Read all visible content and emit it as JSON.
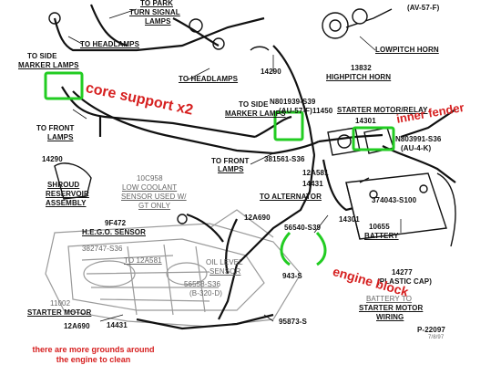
{
  "colors": {
    "ink": "#111111",
    "annotation": "#d62020",
    "highlight": "#22cc22",
    "engine": "#8a8a8a"
  },
  "labels": {
    "to_park": "TO PARK",
    "turn_signal": "TURN SIGNAL",
    "lamps_top": "LAMPS",
    "au_57f_top": "(AV-57-F)",
    "to_side_marker_left": "TO SIDE",
    "marker_lamps_left": "MARKER LAMPS",
    "to_headlamps_1": "TO HEADLAMPS",
    "to_headlamps_2": "TO HEADLAMPS",
    "n14290_top": "14290",
    "lowpitch_horn": "LOWPITCH HORN",
    "n13832": "13832",
    "highpitch_horn": "HIGHPITCH HORN",
    "n801939": "N801939-S39",
    "au_57f_mid": "(AU-57-F)",
    "to_side_mid": "TO SIDE",
    "marker_lamps_mid": "MARKER LAMPS",
    "n11450": "11450",
    "starter_motor_relay": "STARTER MOTOR/RELAY",
    "n14301": "14301",
    "n803991": "N803991-S36",
    "au_4k": "(AU-4-K)",
    "to_front_left": "TO FRONT",
    "lamps_left": "LAMPS",
    "n14290_left": "14290",
    "n381561": "381561-S36",
    "to_front_mid": "TO FRONT",
    "lamps_mid": "LAMPS",
    "n12a581": "12A581",
    "n14431_top": "14431",
    "to_alternator": "TO ALTERNATOR",
    "n374043": "374043-S100",
    "shroud": "SHROUD",
    "reservoir": "RESERVOIR",
    "assembly": "ASSEMBLY",
    "n10c958": "10C958",
    "low_coolant": "LOW COOLANT",
    "sensor_used": "SENSOR USED W/",
    "gt_only": "GT ONLY",
    "n14301_right": "14301",
    "n10655": "10655",
    "battery": "BATTERY",
    "n12a690_mid": "12A690",
    "n9f472": "9F472",
    "hego": "H.E.G.O. SENSOR",
    "n56540": "56540-S39",
    "n382747": "382747-S36",
    "to_12a581": "TO 12A581",
    "oil_level": "OIL LEVEL",
    "sensor": "SENSOR",
    "n56558": "56558-S36",
    "b320": "(B-320-D)",
    "n14277": "14277",
    "plastic_cap": "(PLASTIC CAP)",
    "n943": "943-S",
    "battery_to": "BATTERY TO",
    "starter_motor_r": "STARTER MOTOR",
    "wiring": "WIRING",
    "n11002": "11002",
    "starter_motor_l": "STARTER MOTOR",
    "n12a690_low": "12A690",
    "n14431_low": "14431",
    "n95873": "95873-S",
    "p22097": "P-22097",
    "date": "7/8/97"
  },
  "annotations": {
    "core_support": "core support x2",
    "inner_fender": "inner fender",
    "engine_block": "engine block",
    "note_line1": "there are more grounds around",
    "note_line2": "the engine to clean"
  }
}
